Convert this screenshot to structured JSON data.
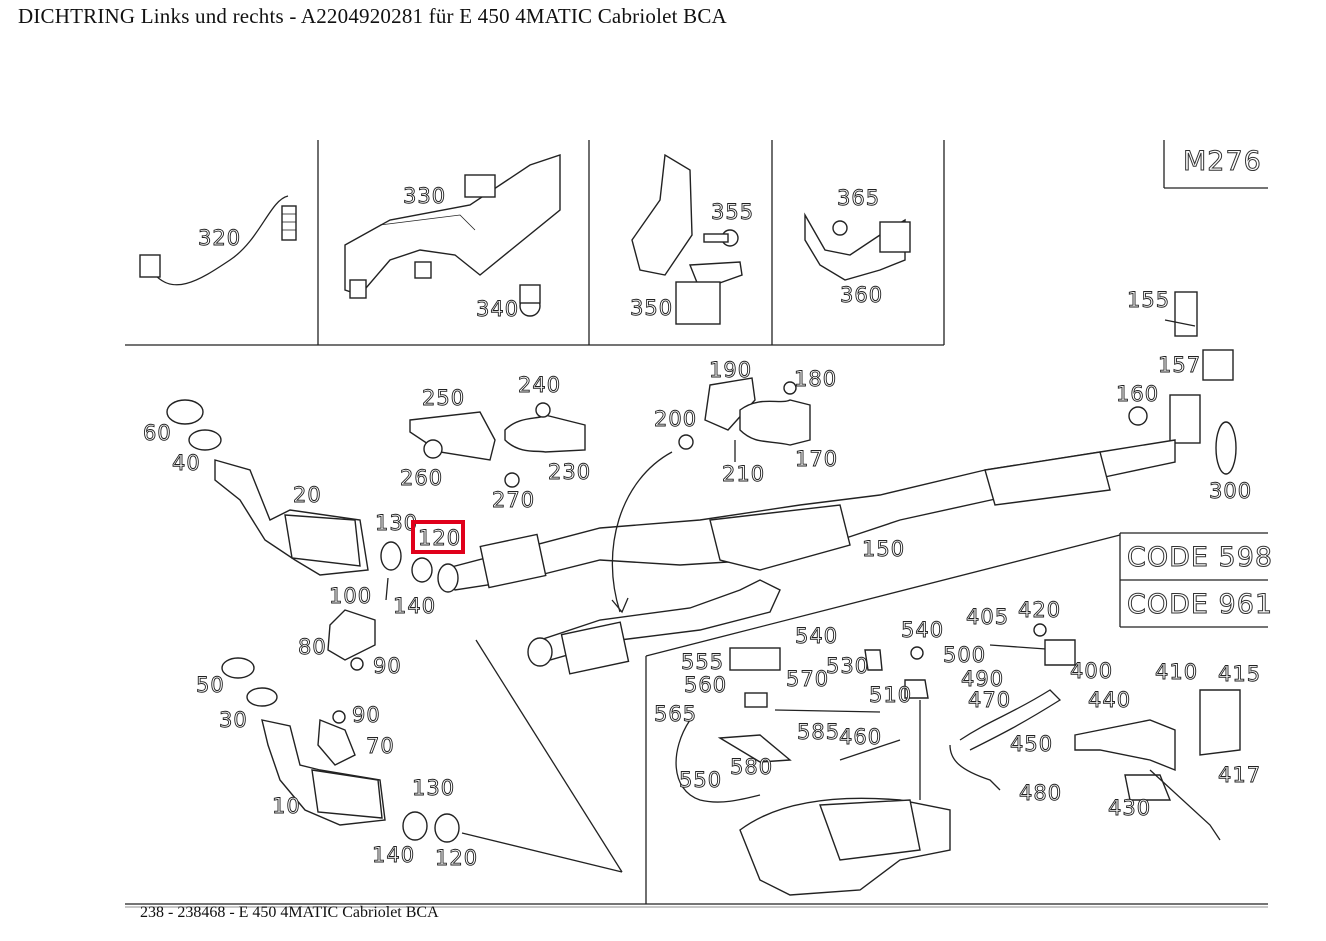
{
  "page": {
    "title": "DICHTRING Links und rechts - A2204920281 für E 450 4MATIC Cabriolet BCA",
    "footer": "238 - 238468 - E 450 4MATIC Cabriolet BCA"
  },
  "boxes": {
    "engine": "M276",
    "code1": "CODE 598",
    "code2": "CODE 961"
  },
  "highlight": {
    "color": "#e0001b",
    "part": "120"
  },
  "callouts": {
    "c320": "320",
    "c330": "330",
    "c340": "340",
    "c355": "355",
    "c350": "350",
    "c365": "365",
    "c360": "360",
    "c155": "155",
    "c157": "157",
    "c160": "160",
    "c300": "300",
    "c190": "190",
    "c180": "180",
    "c200": "200",
    "c210": "210",
    "c170": "170",
    "c250": "250",
    "c240": "240",
    "c260": "260",
    "c230": "230",
    "c270": "270",
    "c60": "60",
    "c40": "40",
    "c20": "20",
    "c130a": "130",
    "c120a": "120",
    "c100": "100",
    "c140a": "140",
    "c150": "150",
    "c80": "80",
    "c90a": "90",
    "c50": "50",
    "c30": "30",
    "c90b": "90",
    "c70": "70",
    "c10": "10",
    "c130b": "130",
    "c140b": "140",
    "c120b": "120",
    "c405": "405",
    "c420": "420",
    "c540a": "540",
    "c540b": "540",
    "c555": "555",
    "c530": "530",
    "c500": "500",
    "c490": "490",
    "c400": "400",
    "c410": "410",
    "c415": "415",
    "c560": "560",
    "c570": "570",
    "c510": "510",
    "c470": "470",
    "c440": "440",
    "c565": "565",
    "c585": "585",
    "c460": "460",
    "c450": "450",
    "c580": "580",
    "c417": "417",
    "c550": "550",
    "c480": "480",
    "c430": "430"
  }
}
